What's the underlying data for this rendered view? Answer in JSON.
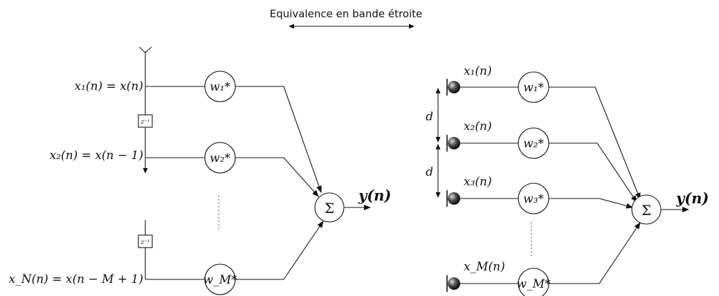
{
  "header": {
    "title": "Equivalence en bande étroite"
  },
  "left_diagram": {
    "inputs": [
      {
        "label": "x₁(n) = x(n)",
        "weight": "w₁*"
      },
      {
        "label": "x₂(n) = x(n − 1)",
        "weight": "w₂*"
      },
      {
        "label": "x_N(n) = x(n − M + 1)",
        "weight": "w_M*"
      }
    ],
    "delay_label": "z⁻¹",
    "sum_symbol": "Σ",
    "output": "y(n)"
  },
  "right_diagram": {
    "inputs": [
      {
        "label": "x₁(n)",
        "weight": "w₁*"
      },
      {
        "label": "x₂(n)",
        "weight": "w₂*"
      },
      {
        "label": "x₃(n)",
        "weight": "w₃*"
      },
      {
        "label": "x_M(n)",
        "weight": "w_M*"
      }
    ],
    "spacing_label": "d",
    "sum_symbol": "Σ",
    "output": "y(n)"
  }
}
